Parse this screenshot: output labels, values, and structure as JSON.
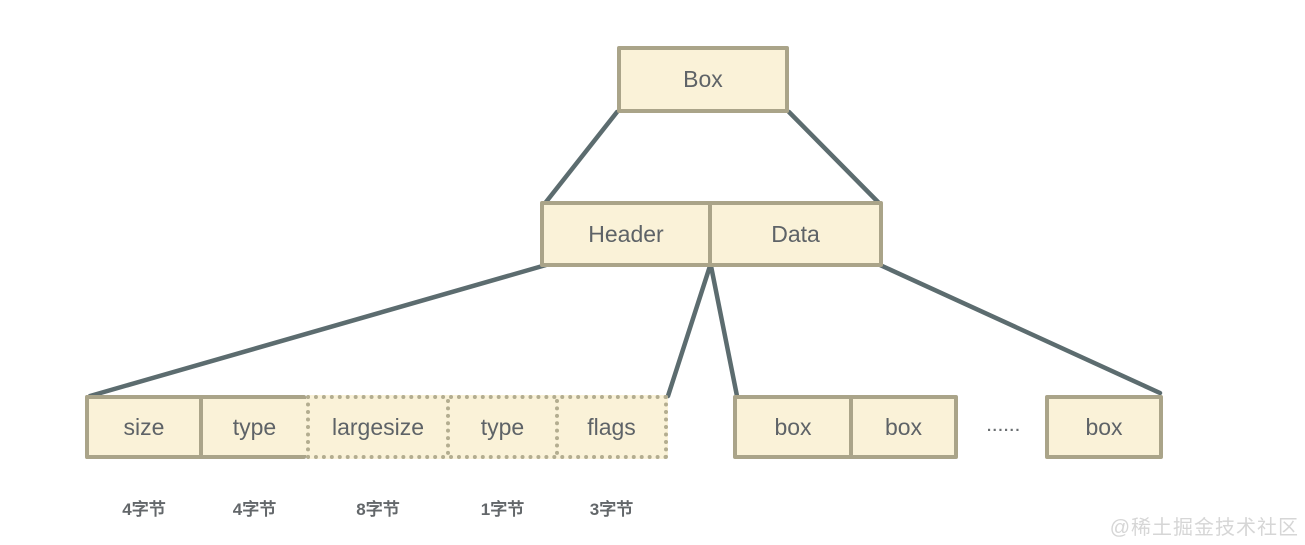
{
  "colors": {
    "box_fill": "#faf2d8",
    "box_border": "#aaa489",
    "dotted_border": "#b3ad90",
    "connector": "#5c6c6f",
    "label_text": "#5e6367",
    "byte_text": "#63676a",
    "watermark_text": "#d6d6d6",
    "background": "#ffffff"
  },
  "tree": {
    "root_label": "Box",
    "header_label": "Header",
    "data_label": "Data"
  },
  "header_fields": {
    "solid": [
      {
        "label": "size",
        "bytes": "4字节"
      },
      {
        "label": "type",
        "bytes": "4字节"
      }
    ],
    "dotted": [
      {
        "label": "largesize",
        "bytes": "8字节"
      },
      {
        "label": "type",
        "bytes": "1字节"
      },
      {
        "label": "flags",
        "bytes": "3字节"
      }
    ]
  },
  "data_children": {
    "box1_label": "box",
    "box2_label": "box",
    "ellipsis": "......",
    "box3_label": "box"
  },
  "watermark": "@稀土掘金技术社区"
}
